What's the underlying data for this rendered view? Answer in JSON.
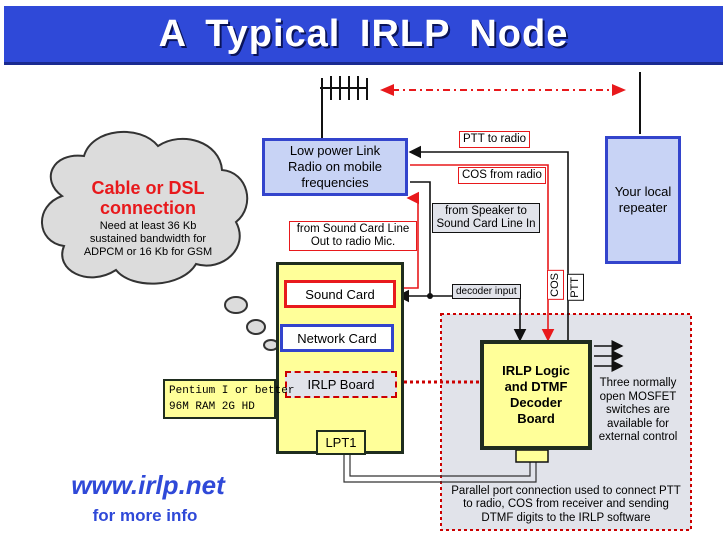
{
  "title": "A Typical IRLP Node",
  "cloud": {
    "heading_line1": "Cable or DSL",
    "heading_line2": "connection",
    "note": "Need at least 36 Kb sustained bandwidth for ADPCM or 16 Kb for GSM"
  },
  "link_radio": "Low power Link Radio on mobile frequencies",
  "repeater": "Your local repeater",
  "labels": {
    "ptt_to_radio": "PTT to radio",
    "cos_from_radio": "COS from radio",
    "speaker_to_line_in": "from Speaker to Sound Card Line In",
    "line_out_to_mic": "from Sound Card Line Out to radio Mic.",
    "decoder_input": "decoder input",
    "cos": "COS",
    "ptt": "PTT"
  },
  "pc": {
    "sound_card": "Sound Card",
    "network_card": "Network Card",
    "irlp_board": "IRLP Board",
    "lpt1": "LPT1",
    "spec_line1": "Pentium I or better",
    "spec_line2": "96M RAM 2G HD"
  },
  "logic_board": "IRLP Logic and DTMF Decoder Board",
  "mosfet_note": "Three normally open MOSFET switches are available for external control",
  "parallel_note": "Parallel port connection used to connect PTT to radio, COS from receiver and sending DTMF digits to the IRLP software",
  "website": {
    "url": "www.irlp.net",
    "more": "for more info"
  },
  "colors": {
    "title_bg": "#2f49d8",
    "box_blue_fill": "#c8d3f5",
    "box_blue_border": "#3344cc",
    "pc_fill": "#ffff99",
    "red": "#e8191c",
    "cloud_fill": "#dcdcdc",
    "dotted_area": "#e1e3ea"
  }
}
